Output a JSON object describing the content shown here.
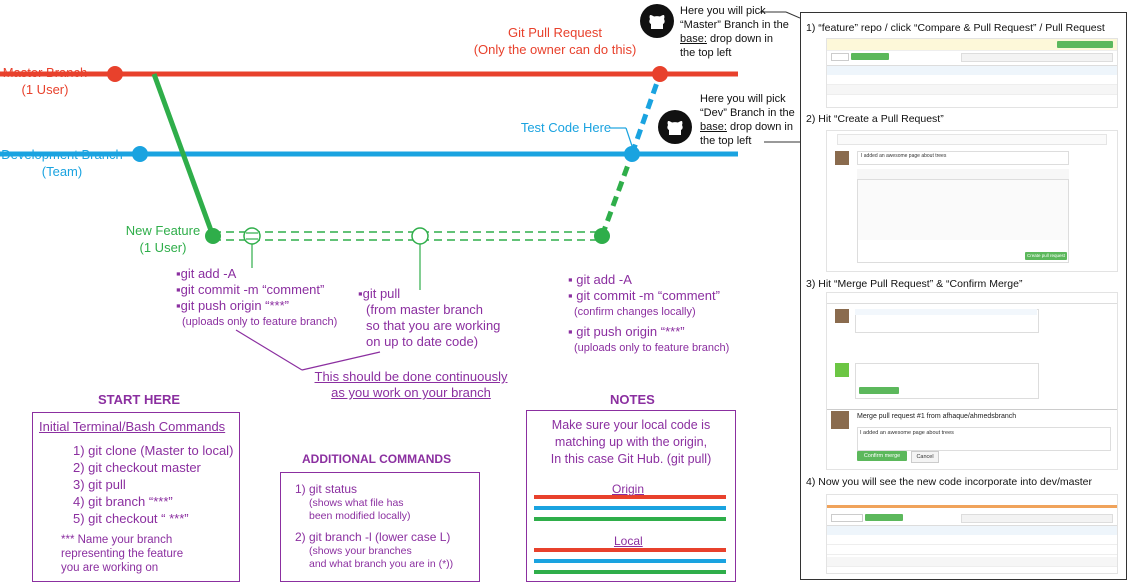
{
  "branches": {
    "master": {
      "line1": "Master Branch",
      "line2": "(1 User)"
    },
    "development": {
      "line1": "Development Branch",
      "line2": "(Team)"
    },
    "feature": {
      "line1": "New Feature",
      "line2": "(1 User)"
    }
  },
  "pull_request": {
    "line1": "Git Pull Request",
    "line2": "(Only the owner can do this)"
  },
  "test_code": "Test Code Here",
  "notes_master": {
    "l1": "Here you will pick",
    "l2": "“Master” Branch in the",
    "l3a": "base:",
    "l3b": " drop down in",
    "l4": "the top left"
  },
  "notes_dev": {
    "l1": "Here you will pick",
    "l2": "“Dev” Branch in the",
    "l3a": "base:",
    "l3b": " drop down in",
    "l4": "the top left"
  },
  "commands_left": {
    "c1": "▪git add -A",
    "c2": "▪git commit -m “comment”",
    "c3": "▪git push origin “***”",
    "c4": "(uploads only to feature branch)"
  },
  "commands_pull": {
    "c1": "▪git pull",
    "c2": "(from master branch",
    "c3": "so that you are working",
    "c4": "on up to date code)"
  },
  "commands_right": {
    "c1": "▪ git add -A",
    "c2": "▪ git commit -m “comment”",
    "c3": "(confirm changes locally)",
    "c4": "▪ git push origin “***”",
    "c5": "(uploads only to feature branch)"
  },
  "continuous": {
    "l1": "This should be done continuously",
    "l2": "as you work on your branch"
  },
  "start_here": {
    "heading": "START HERE",
    "title": "Initial Terminal/Bash Commands",
    "items": [
      "1) git clone (Master to local)",
      "2) git checkout master",
      "3) git pull",
      "4) git branch “***”",
      "5) git checkout “ ***”"
    ],
    "foot": [
      "*** Name your branch",
      "representing the feature",
      "you are working on"
    ]
  },
  "additional": {
    "heading": "ADDITIONAL COMMANDS",
    "i1": "1) git status",
    "i1a": "(shows what file has",
    "i1b": "been modified locally)",
    "i2": "2) git branch -l (lower case L)",
    "i2a": "(shows your branches",
    "i2b": "and what branch you are in (*))"
  },
  "notes": {
    "heading": "NOTES",
    "l1": "Make sure your local code is",
    "l2": "matching up with the origin,",
    "l3": "In this case Git Hub. (git pull)",
    "origin": "Origin",
    "local": "Local"
  },
  "steps": {
    "s1": "1) “feature” repo / click “Compare & Pull Request” / Pull Request",
    "s2": "2) Hit  “Create a Pull Request”",
    "s3": "3) Hit  “Merge Pull Request” & “Confirm Merge”",
    "s4": "4) Now you will see the new code incorporate into dev/master"
  },
  "shot3": {
    "title": "Merge pull request #1 from afhaque/ahmedsbranch",
    "body": "I added an awesome page about trees",
    "confirm": "Confirm merge",
    "cancel": "Cancel"
  },
  "shot2": {
    "title": "I added an awesome page about trees",
    "create": "Create pull request"
  },
  "colors": {
    "master": "#e8412c",
    "dev": "#1aa3e0",
    "feature": "#2fae4a",
    "text": "#8b2fa0"
  }
}
